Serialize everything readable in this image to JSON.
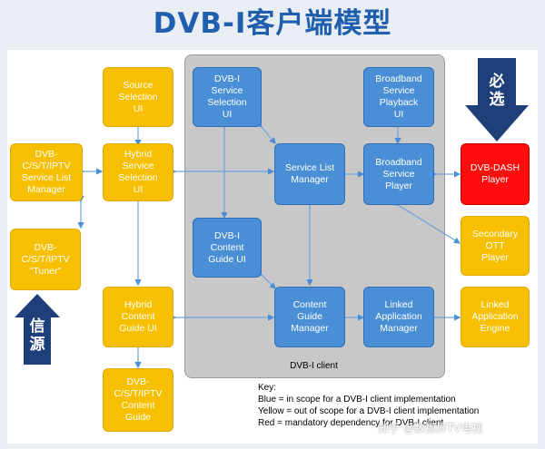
{
  "title": "DVB-I客户端模型",
  "client_label": "DVB-I client",
  "boxes": {
    "source_selection": "Source\nSelection\nUI",
    "dvbi_service_selection": "DVB-I\nService\nSelection\nUI",
    "broadband_service_playback": "Broadband\nService\nPlayback\nUI",
    "dvb_cst_service_list": "DVB-\nC/S/T/IPTV\nService List\nManager",
    "hybrid_service_selection": "Hybrid\nService\nSelection\nUI",
    "service_list_manager": "Service List\nManager",
    "broadband_service_player": "Broadband\nService\nPlayer",
    "dvb_dash_player": "DVB-DASH\nPlayer",
    "dvb_cst_tuner": "DVB-\nC/S/T/IPTV\n\"Tuner\"",
    "dvbi_content_guide": "DVB-I\nContent\nGuide UI",
    "secondary_ott_player": "Secondary\nOTT\nPlayer",
    "hybrid_content_guide": "Hybrid\nContent\nGuide UI",
    "content_guide_manager": "Content\nGuide\nManager",
    "linked_application_manager": "Linked\nApplication\nManager",
    "linked_application_engine": "Linked\nApplication\nEngine",
    "dvb_cst_content_guide": "DVB-\nC/S/T/IPTV\nContent\nGuide"
  },
  "callouts": {
    "required": "必\n选",
    "source": "信\n源"
  },
  "key": {
    "heading": "Key:",
    "blue": "Blue = in scope for a DVB-I client implementation",
    "yellow": "Yellow = out of scope for a DVB-I client implementation",
    "red": "Red = mandatory dependency for DVB-I client"
  },
  "watermark": "知乎 @数视界TV电视",
  "colors": {
    "title": "#1f5fae",
    "blue": "#4a8fd6",
    "yellow": "#f6c000",
    "red": "#ff0d0d",
    "callout": "#1f3f7a"
  }
}
